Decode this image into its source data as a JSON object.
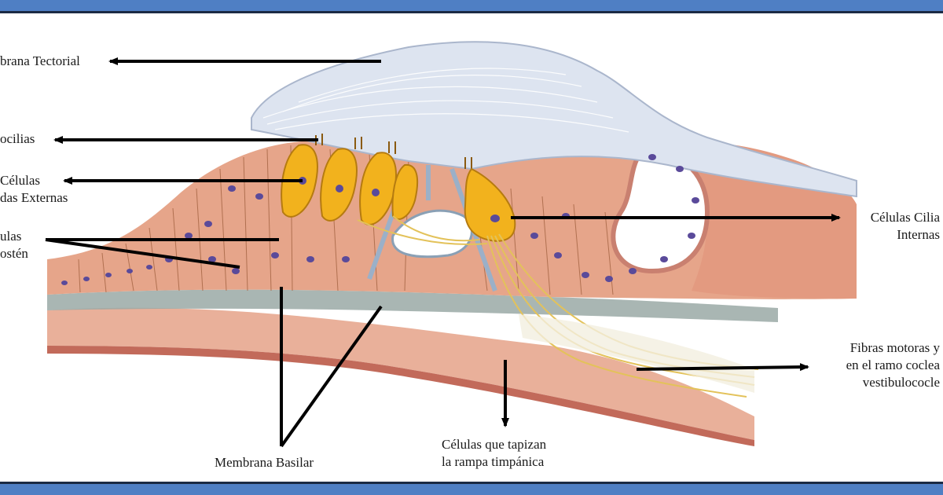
{
  "labels": {
    "tectorial": "brana Tectorial",
    "estereocilias": "ocilias",
    "externas_l1": "Células",
    "externas_l2": "das Externas",
    "sosten_l1": "ulas",
    "sosten_l2": "ostén",
    "internas_l1": "Células Cilia",
    "internas_l2": "Internas",
    "fibras_l1": "Fibras motoras y",
    "fibras_l2": "en el ramo coclea",
    "fibras_l3": "vestibulococle",
    "basilar": "Membrana Basilar",
    "rampa_l1": "Células que tapizan",
    "rampa_l2": "la rampa timpánica"
  },
  "colors": {
    "frame": "#4f7fc4",
    "tissue": "#e6a58a",
    "tissue_dark": "#c9735c",
    "hair_cell": "#f2b21d",
    "tectorial": "#dde4f0",
    "nucleus": "#5a4a9a",
    "nerve": "#e3c25a"
  }
}
